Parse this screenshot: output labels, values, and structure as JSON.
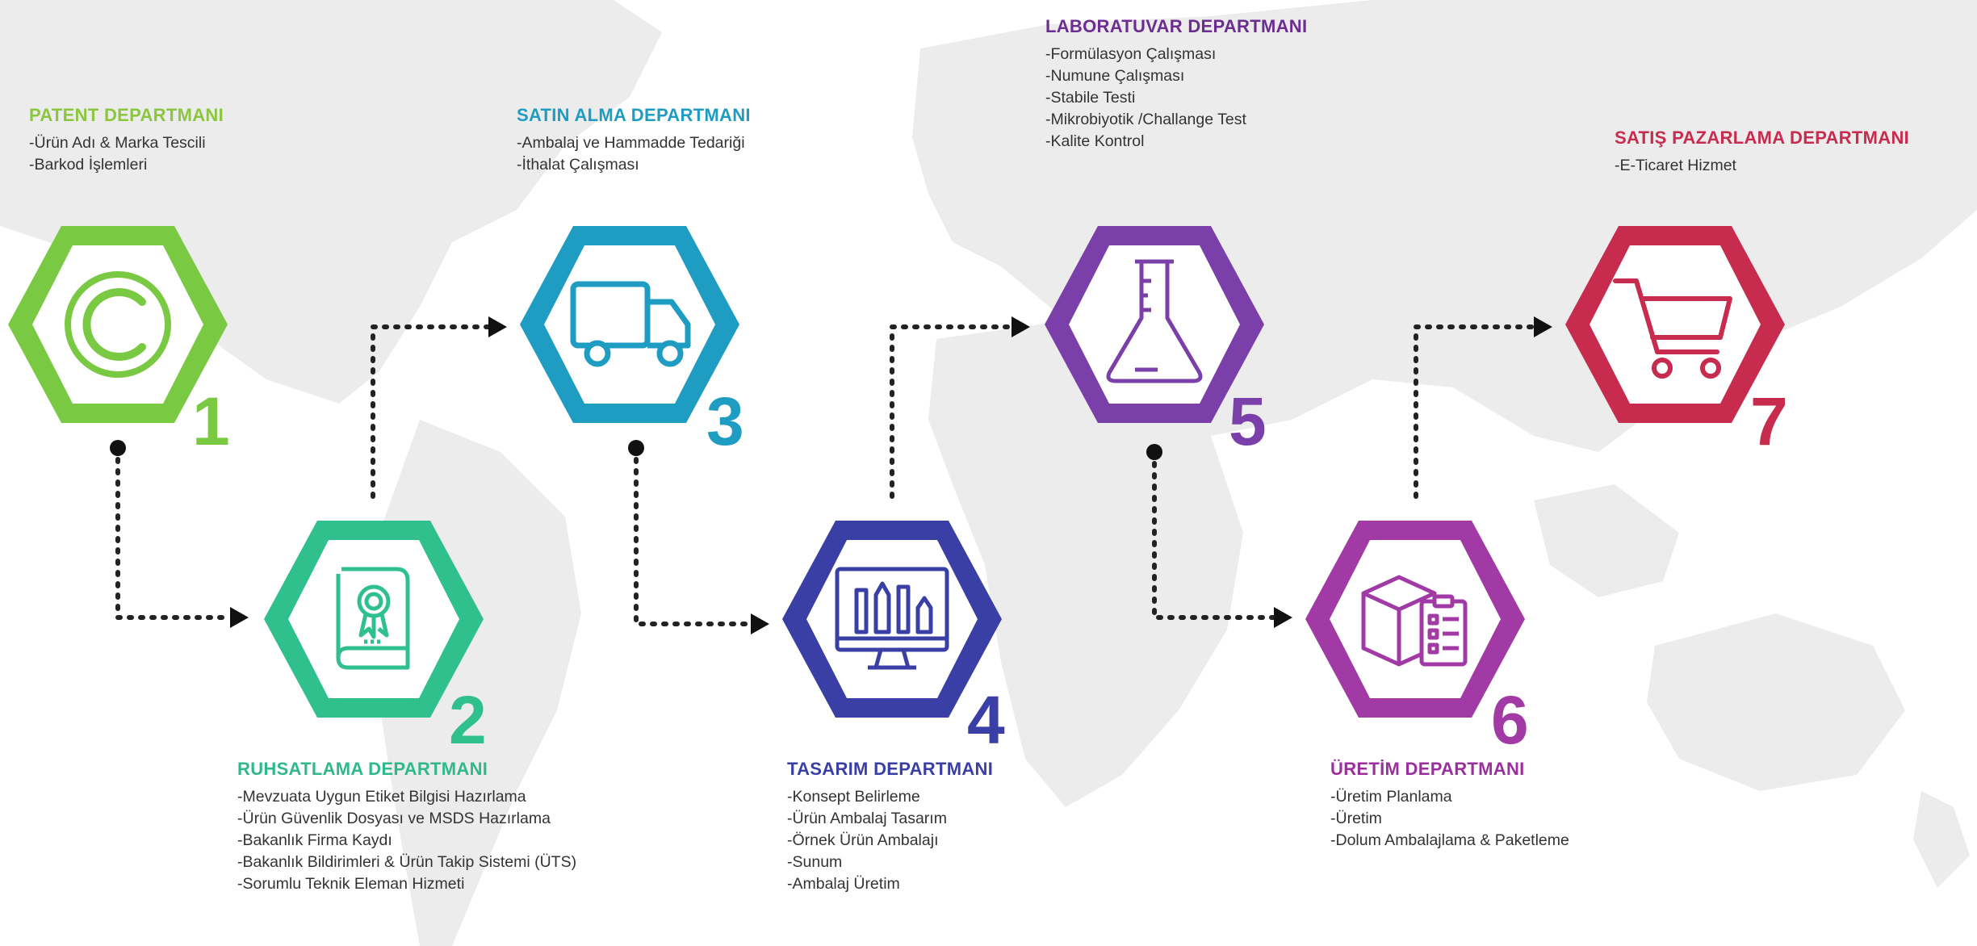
{
  "steps": [
    {
      "number": "1",
      "color": "#7ac943",
      "icon": "copyright-icon",
      "title": "PATENT DEPARTMANI",
      "items": [
        "-Ürün Adı & Marka Tescili",
        "-Barkod İşlemleri"
      ]
    },
    {
      "number": "2",
      "color": "#2fc08d",
      "icon": "certificate-icon",
      "title": "RUHSATLAMA DEPARTMANI",
      "items": [
        "-Mevzuata Uygun Etiket Bilgisi Hazırlama",
        "-Ürün Güvenlik Dosyası ve MSDS Hazırlama",
        "-Bakanlık Firma Kaydı",
        "-Bakanlık Bildirimleri & Ürün Takip Sistemi (ÜTS)",
        "-Sorumlu Teknik Eleman Hizmeti"
      ]
    },
    {
      "number": "3",
      "color": "#1f9cc1",
      "icon": "truck-icon",
      "title": "SATIN ALMA DEPARTMANI",
      "items": [
        "-Ambalaj ve Hammadde Tedariği",
        "-İthalat Çalışması"
      ]
    },
    {
      "number": "4",
      "color": "#3a3fa6",
      "icon": "design-monitor-icon",
      "title": "TASARIM DEPARTMANI",
      "items": [
        "-Konsept Belirleme",
        "-Ürün Ambalaj Tasarım",
        "-Örnek Ürün Ambalajı",
        "-Sunum",
        "-Ambalaj Üretim"
      ]
    },
    {
      "number": "5",
      "color": "#7b3fa9",
      "icon": "flask-icon",
      "title": "LABORATUVAR DEPARTMANI",
      "items": [
        "-Formülasyon Çalışması",
        "-Numune Çalışması",
        "-Stabile Testi",
        "-Mikrobiyotik /Challange Test",
        "-Kalite Kontrol"
      ]
    },
    {
      "number": "6",
      "color": "#a23aa6",
      "icon": "package-checklist-icon",
      "title": "ÜRETİM DEPARTMANI",
      "items": [
        "-Üretim Planlama",
        "-Üretim",
        "-Dolum Ambalajlama & Paketleme"
      ]
    },
    {
      "number": "7",
      "color": "#c72b4d",
      "icon": "shopping-cart-icon",
      "title": "SATIŞ PAZARLAMA DEPARTMANI",
      "items": [
        "-E-Ticaret Hizmet"
      ]
    }
  ]
}
